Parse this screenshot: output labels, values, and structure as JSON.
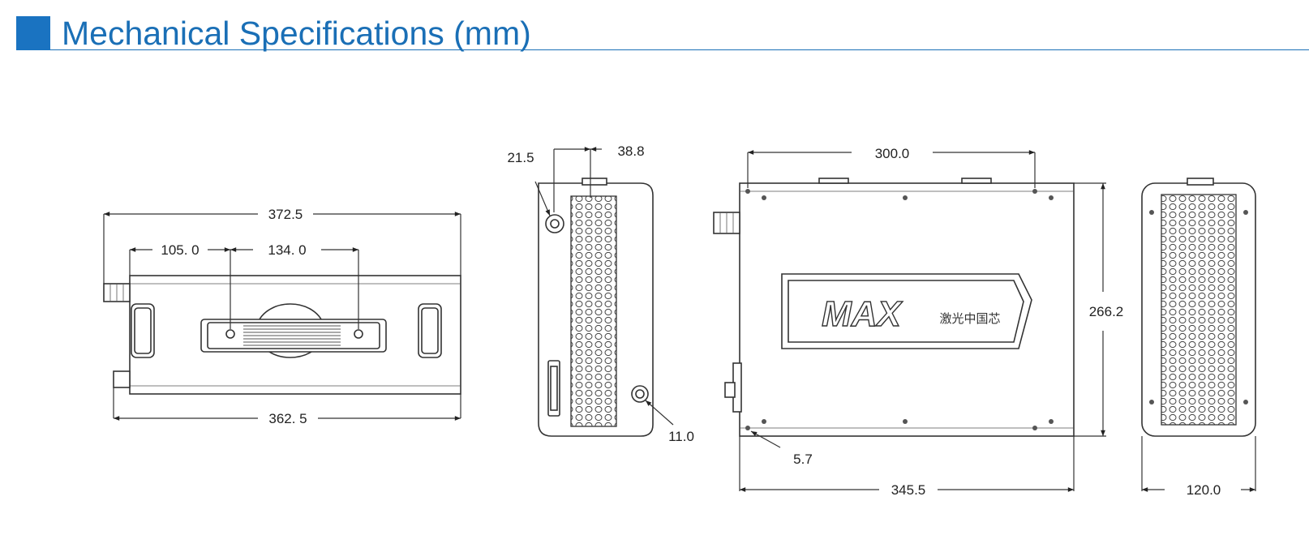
{
  "header": {
    "title": "Mechanical Specifications (mm)",
    "accent_color": "#1a73c1"
  },
  "views": {
    "bottom": {
      "overall_length": "372.5",
      "handle_offset": "105. 0",
      "handle_spacing": "134. 0",
      "base_length": "362. 5"
    },
    "side": {
      "connector_offset": "21.5",
      "vent_offset": "38.8",
      "port_diameter": "11.0"
    },
    "front": {
      "hole_spacing": "300.0",
      "height": "266.2",
      "corner_offset": "5.7",
      "width": "345.5",
      "logo_text": "MAX",
      "logo_subtext": "激光中国芯"
    },
    "rear": {
      "depth": "120.0"
    }
  }
}
